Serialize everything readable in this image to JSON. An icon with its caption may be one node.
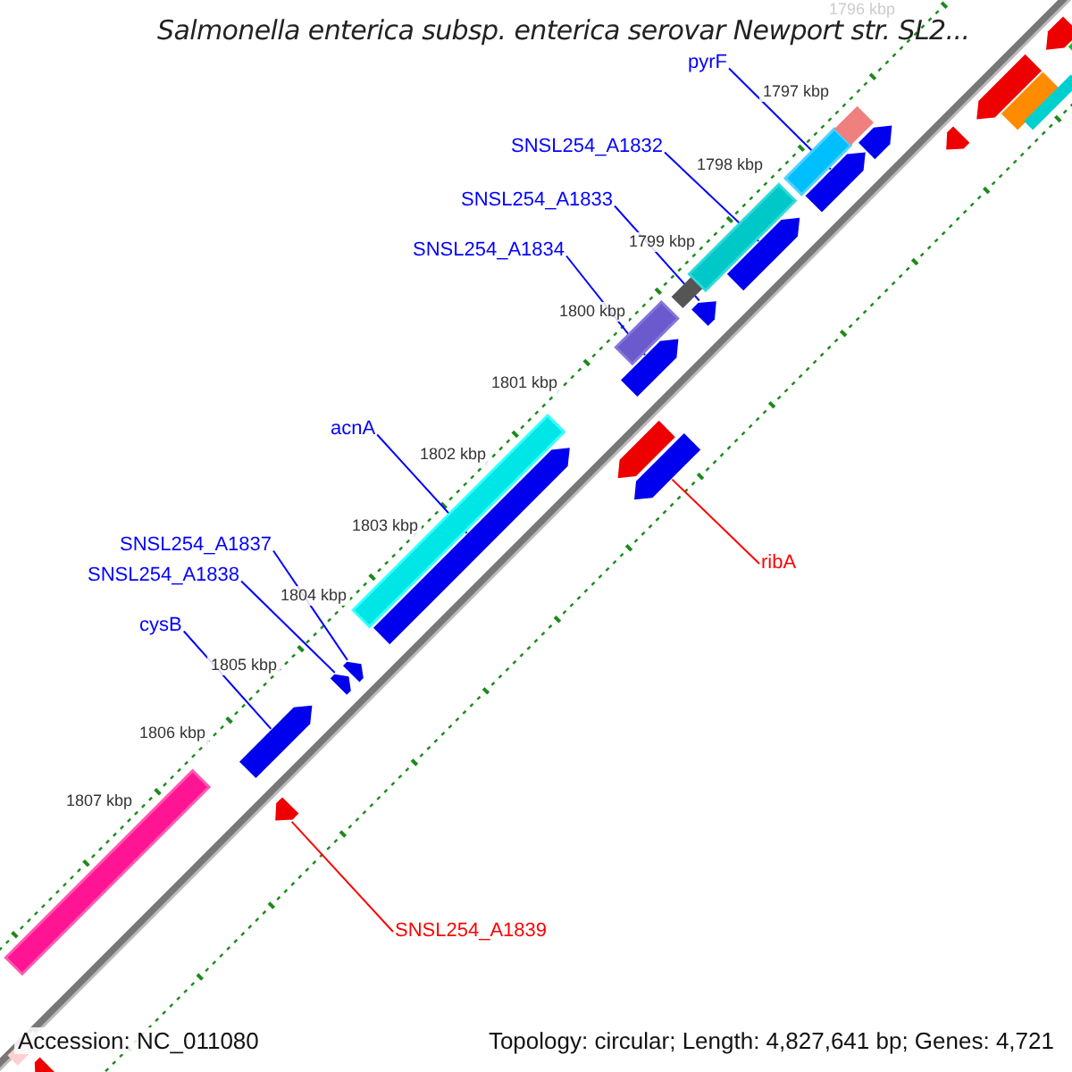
{
  "diagram": {
    "title": "Salmonella enterica subsp. enterica serovar Newport str. SL2...",
    "nodes": [
      {
        "text": [
          "pyrF"
        ]
      },
      {
        "text": [
          "SNSL254_A1832"
        ]
      },
      {
        "text": [
          "SNSL254_A1833"
        ]
      },
      {
        "text": [
          "SNSL254_A1834"
        ]
      },
      {
        "text": [
          "acnA"
        ]
      },
      {
        "text": [
          "SNSL254_A1837"
        ]
      },
      {
        "text": [
          "ribA"
        ]
      },
      {
        "text": [
          "SNSL254_A1838"
        ]
      },
      {
        "text": [
          "cysB"
        ]
      },
      {
        "text": [
          "SNSL254_A1839"
        ]
      },
      {
        "text": [],
        "shape": "arrow"
      },
      {
        "text": [],
        "shape": "arrow"
      },
      {
        "text": [],
        "shape": "arrow"
      },
      {
        "text": [],
        "shape": "arrow"
      },
      {
        "text": [],
        "shape": "arrow"
      },
      {
        "text": [],
        "shape": "arrow"
      },
      {
        "text": [],
        "shape": "arrow"
      },
      {
        "text": [],
        "shape": "arrow"
      },
      {
        "text": [],
        "shape": "arrow"
      },
      {
        "text": [],
        "shape": "arrow"
      },
      {
        "text": [],
        "shape": "box"
      },
      {
        "text": [],
        "shape": "arrow"
      },
      {
        "text": [],
        "shape": "box"
      },
      {
        "text": [],
        "shape": "box"
      },
      {
        "text": [],
        "shape": "arrow"
      },
      {
        "text": [],
        "shape": "box"
      },
      {
        "text": [],
        "shape": "box"
      },
      {
        "text": [],
        "shape": "box"
      },
      {
        "text": [],
        "shape": "box"
      },
      {
        "text": [],
        "shape": "box"
      },
      {
        "text": [],
        "shape": "arrow"
      },
      {
        "text": [],
        "shape": "arrow"
      },
      {
        "text": [],
        "shape": "arrow"
      },
      {
        "text": [],
        "shape": "box"
      },
      {
        "text": [],
        "shape": "box"
      },
      {
        "text": [],
        "shape": "arrow"
      },
      {
        "text": [],
        "shape": "box"
      }
    ],
    "edges": [
      {
        "from": 0,
        "to": 10,
        "arrow": "none"
      },
      {
        "from": 1,
        "to": 11,
        "arrow": "none"
      },
      {
        "from": 2,
        "to": 12,
        "arrow": "none"
      },
      {
        "from": 3,
        "to": 13,
        "arrow": "none"
      },
      {
        "from": 4,
        "to": 14,
        "arrow": "none"
      },
      {
        "from": 5,
        "to": 15,
        "arrow": "none"
      },
      {
        "from": 6,
        "to": 16,
        "arrow": "none",
        "color": "#ff0000"
      },
      {
        "from": 7,
        "to": 17,
        "arrow": "none"
      },
      {
        "from": 8,
        "to": 18,
        "arrow": "none"
      },
      {
        "from": 9,
        "to": 19,
        "arrow": "none",
        "color": "#ff0000"
      }
    ],
    "labels": [
      "1796 kbp",
      "1797 kbp",
      "1798 kbp",
      "1799 kbp",
      "1800 kbp",
      "1801 kbp",
      "1802 kbp",
      "1803 kbp",
      "1804 kbp",
      "1805 kbp",
      "1806 kbp",
      "1807 kbp",
      "Accession: NC_011080",
      "Topology: circular; Length: 4,827,641 bp; Genes: 4,721"
    ]
  }
}
